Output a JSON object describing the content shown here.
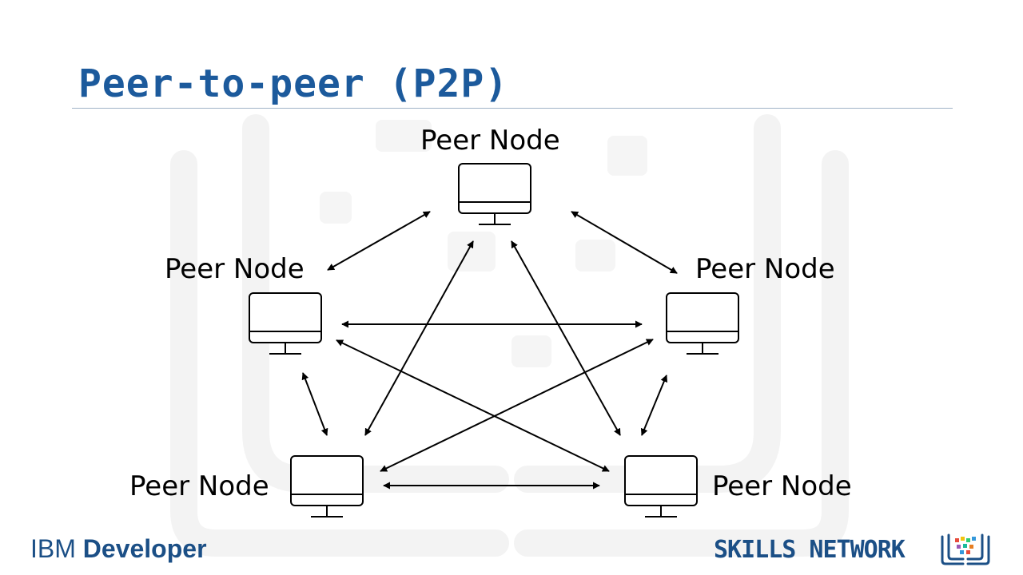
{
  "slide": {
    "title": "Peer-to-peer (P2P)"
  },
  "nodes": [
    {
      "id": "top",
      "label": "Peer Node"
    },
    {
      "id": "left",
      "label": "Peer Node"
    },
    {
      "id": "right",
      "label": "Peer Node"
    },
    {
      "id": "bottom-left",
      "label": "Peer Node"
    },
    {
      "id": "bottom-right",
      "label": "Peer Node"
    }
  ],
  "connections": [
    [
      "top",
      "left"
    ],
    [
      "top",
      "right"
    ],
    [
      "left",
      "right"
    ],
    [
      "left",
      "bottom-left"
    ],
    [
      "right",
      "bottom-right"
    ],
    [
      "bottom-left",
      "bottom-right"
    ],
    [
      "top",
      "bottom-left"
    ],
    [
      "top",
      "bottom-right"
    ],
    [
      "left",
      "bottom-right"
    ],
    [
      "right",
      "bottom-left"
    ]
  ],
  "footer": {
    "brand_prefix": "IBM",
    "brand_suffix": "Developer",
    "network_label": "SKILLS NETWORK"
  },
  "colors": {
    "title": "#1c5a9c",
    "brand": "#1b4f86",
    "lines": "#000000"
  },
  "icons": {
    "node": "desktop-monitor-icon",
    "network_logo": "skills-network-book-icon"
  }
}
